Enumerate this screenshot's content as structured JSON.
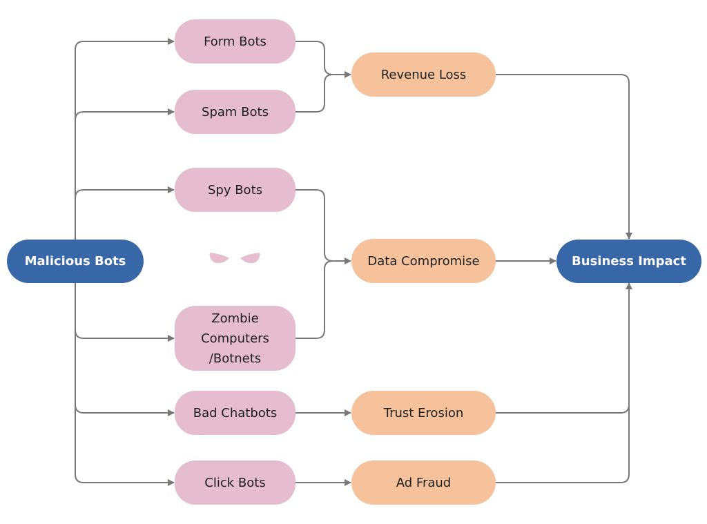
{
  "diagram": {
    "nodes": [
      {
        "id": "malicious_bots",
        "label": "Malicious Bots",
        "kind": "source"
      },
      {
        "id": "form_bots",
        "label": "Form Bots",
        "kind": "bot"
      },
      {
        "id": "spam_bots",
        "label": "Spam Bots",
        "kind": "bot"
      },
      {
        "id": "spy_bots",
        "label": "Spy Bots",
        "kind": "bot"
      },
      {
        "id": "zombie",
        "label": "Zombie\nComputers\n/Botnets",
        "kind": "bot"
      },
      {
        "id": "bad_chatbots",
        "label": "Bad Chatbots",
        "kind": "bot"
      },
      {
        "id": "click_bots",
        "label": "Click Bots",
        "kind": "bot"
      },
      {
        "id": "revenue_loss",
        "label": "Revenue Loss",
        "kind": "effect"
      },
      {
        "id": "data_compromise",
        "label": "Data Compromise",
        "kind": "effect"
      },
      {
        "id": "trust_erosion",
        "label": "Trust Erosion",
        "kind": "effect"
      },
      {
        "id": "ad_fraud",
        "label": "Ad Fraud",
        "kind": "effect"
      },
      {
        "id": "business_impact",
        "label": "Business Impact",
        "kind": "sink"
      }
    ],
    "edges": [
      {
        "from": "malicious_bots",
        "to": "form_bots"
      },
      {
        "from": "malicious_bots",
        "to": "spam_bots"
      },
      {
        "from": "malicious_bots",
        "to": "spy_bots"
      },
      {
        "from": "malicious_bots",
        "to": "zombie"
      },
      {
        "from": "malicious_bots",
        "to": "bad_chatbots"
      },
      {
        "from": "malicious_bots",
        "to": "click_bots"
      },
      {
        "from": "form_bots",
        "to": "revenue_loss"
      },
      {
        "from": "spam_bots",
        "to": "revenue_loss"
      },
      {
        "from": "spy_bots",
        "to": "data_compromise"
      },
      {
        "from": "zombie",
        "to": "data_compromise"
      },
      {
        "from": "bad_chatbots",
        "to": "trust_erosion"
      },
      {
        "from": "click_bots",
        "to": "ad_fraud"
      },
      {
        "from": "revenue_loss",
        "to": "business_impact"
      },
      {
        "from": "data_compromise",
        "to": "business_impact"
      },
      {
        "from": "trust_erosion",
        "to": "business_impact"
      },
      {
        "from": "ad_fraud",
        "to": "business_impact"
      }
    ]
  },
  "colors": {
    "source_sink_fill": "#3767a6",
    "bot_fill": "#e6bccf",
    "effect_fill": "#f6c29b",
    "connector": "#777777"
  }
}
